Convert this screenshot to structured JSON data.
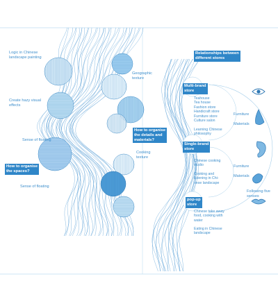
{
  "colors": {
    "line": "#5aa3d9",
    "accent": "#2f86c8",
    "pale": "#cfe6f6",
    "background": "#ffffff"
  },
  "left": {
    "labels": [
      "Logic in Chinese\nlandscape painting",
      "Geographic\ntexture",
      "Create hazy visual\neffects",
      "Sense of floating",
      "Cooking\ntexture",
      "Sense of floating"
    ],
    "tags": [
      "How to organise\nthe details and\nmaterials?",
      "How to organise\nthe spaces?"
    ]
  },
  "right": {
    "title": "Relationships between\ndifferent stores",
    "store_tags": [
      "Multi-brand\nstore",
      "Single-brand\nstore",
      "pop-up\nstore"
    ],
    "multi_brand_items": "Teahouse\nTea house\nFashion store\nHandicraft store\nFurniture store\nCulture salon",
    "single_brand_items": "Learning Chinese\nphilosophy",
    "single_brand_items2": "Chinese cooking\nstudio",
    "single_brand_items3": "Cooking and\nlistening in Chi-\nnese landscape",
    "popup_items": "Chinese take away\nfood, cooking with\nwater",
    "popup_items2": "Eating in Chinese\nlandscape",
    "aspects": [
      "Furniture",
      "Materials",
      "Furniture",
      "Materials"
    ],
    "senses_caption": "Following five\nsenses",
    "sense_icons": [
      "eye-icon",
      "nose-icon",
      "ear-icon",
      "tongue-icon",
      "lips-icon"
    ]
  }
}
